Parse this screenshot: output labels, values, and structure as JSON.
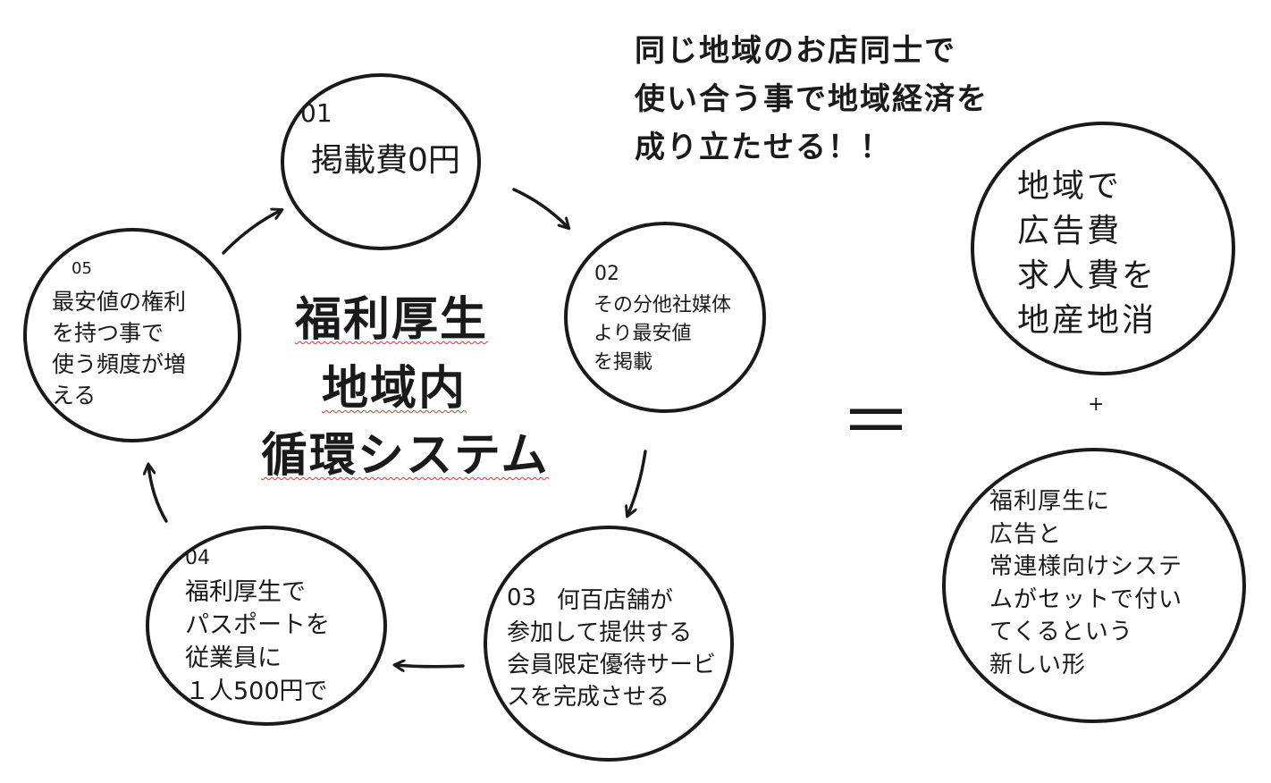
{
  "headline": "同じ地域のお店同士で\n使い合う事で地域経済を\n成り立たせる！！",
  "center_title": [
    "福利厚生",
    "地域内",
    "循環システム"
  ],
  "cycle": [
    {
      "number": "01",
      "text": "掲載費0円"
    },
    {
      "number": "02",
      "text": "その分他社媒体\nより最安値\nを掲載"
    },
    {
      "number": "03",
      "text": "何百店舗が\n参加して提供する\n会員限定優待サービ\nスを完成させる"
    },
    {
      "number": "04",
      "text": "福利厚生で\nパスポートを\n従業員に\n１人500円で"
    },
    {
      "number": "05",
      "text": "最安値の権利\nを持つ事で\n使う頻度が増\nえる"
    }
  ],
  "equals_sign": "＝",
  "plus_sign": "+",
  "result_top": "地域で\n広告費\n求人費を\n地産地消",
  "result_bottom": "福利厚生に\n広告と\n常連様向けシステ\nムがセットで付い\nてくるという\n新しい形"
}
